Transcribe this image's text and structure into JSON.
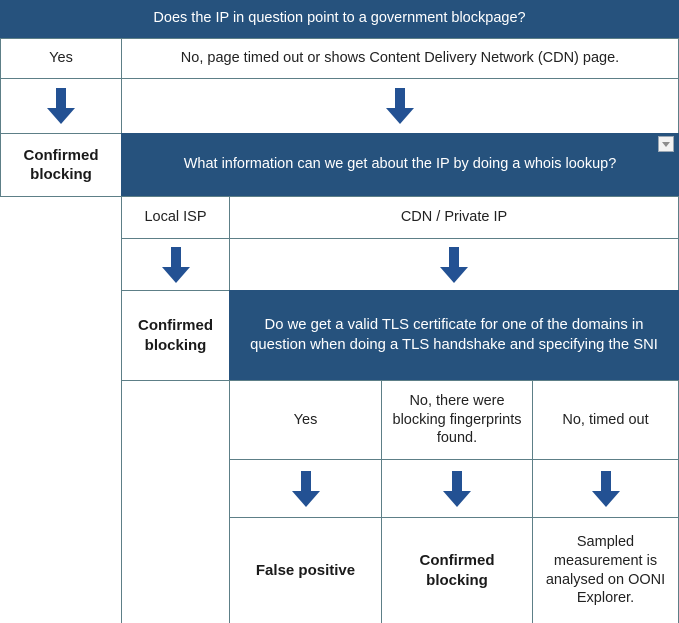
{
  "colors": {
    "question_bg": "#26527d",
    "border": "#5d7f87",
    "arrow": "#235193",
    "text": "#1a1a1a",
    "question_text": "#ffffff"
  },
  "level1": {
    "question": "Does the IP in question point to a government blockpage?",
    "answer_yes": "Yes",
    "answer_no": "No, page timed out or shows Content Delivery Network (CDN) page.",
    "arrow_yes": "down-arrow",
    "arrow_no": "down-arrow",
    "outcome_yes": "Confirmed blocking"
  },
  "level2": {
    "question": "What information can we get about the IP by doing a whois lookup?",
    "dropdown_label": "chevron-down",
    "answer_local_isp": "Local ISP",
    "answer_cdn": "CDN / Private IP",
    "arrow_local_isp": "down-arrow",
    "arrow_cdn": "down-arrow",
    "outcome_local_isp": "Confirmed blocking"
  },
  "level3": {
    "question": "Do we get a valid TLS certificate for one of the domains in question when doing a TLS handshake and specifying the SNI",
    "answers": [
      "Yes",
      "No, there were blocking fingerprints found.",
      "No, timed out"
    ],
    "arrows": [
      "down-arrow",
      "down-arrow",
      "down-arrow"
    ],
    "outcomes": [
      "False positive",
      "Confirmed blocking",
      "Sampled measurement is analysed on OONI Explorer."
    ]
  }
}
